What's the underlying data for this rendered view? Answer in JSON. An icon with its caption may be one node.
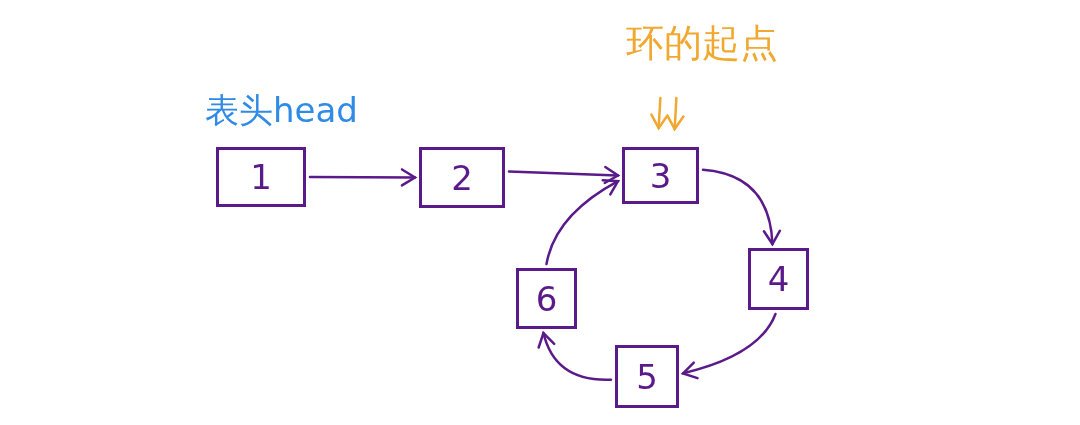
{
  "diagram": {
    "nodes": [
      {
        "text": [
          "1"
        ]
      },
      {
        "text": [
          "2"
        ]
      },
      {
        "text": [
          "3"
        ]
      },
      {
        "text": [
          "4"
        ]
      },
      {
        "text": [
          "5"
        ]
      },
      {
        "text": [
          "6"
        ]
      },
      {
        "text": [
          "环的起点"
        ]
      }
    ],
    "edges": [
      {
        "from": 0,
        "to": 1,
        "arrow": "to"
      },
      {
        "from": 1,
        "to": 2,
        "arrow": "to"
      },
      {
        "from": 2,
        "to": 3,
        "arrow": "to"
      },
      {
        "from": 3,
        "to": 4,
        "arrow": "to"
      },
      {
        "from": 4,
        "to": 5,
        "arrow": "to"
      },
      {
        "from": 5,
        "to": 2,
        "arrow": "to"
      },
      {
        "from": 6,
        "to": 2,
        "arrow": "to",
        "color": "#f0a830"
      }
    ],
    "labels": [
      "表头head"
    ]
  }
}
